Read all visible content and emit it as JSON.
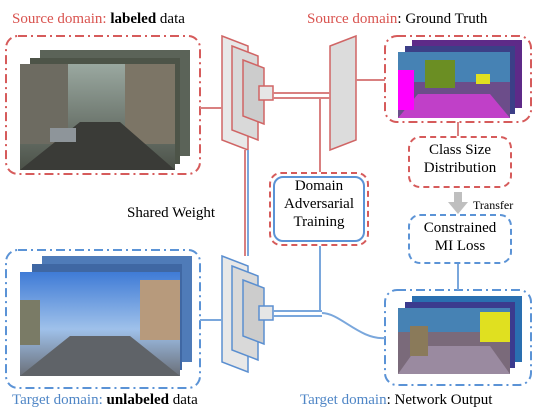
{
  "labels": {
    "source_prefix": "Source domain: ",
    "source_bold": "labeled",
    "source_suffix": " data",
    "gt_prefix": "Source domain",
    "gt_suffix": ": Ground Truth",
    "shared_weight": "Shared Weight",
    "target_prefix": "Target domain: ",
    "target_bold": "unlabeled",
    "target_suffix": " data",
    "out_prefix": "Target domain",
    "out_suffix": ": Network Output",
    "transfer": "Transfer"
  },
  "boxes": {
    "domain_adv": [
      "Domain",
      "Adversarial",
      "Training"
    ],
    "class_size": [
      "Class Size",
      "Distribution"
    ],
    "mi_loss": [
      "Constrained",
      "MI Loss"
    ]
  },
  "colors": {
    "source": "#d9534f",
    "target": "#4f86c6",
    "source_line": "#d98080",
    "target_line": "#7aa7dc",
    "encoder_fill": "#d4d4d4"
  }
}
